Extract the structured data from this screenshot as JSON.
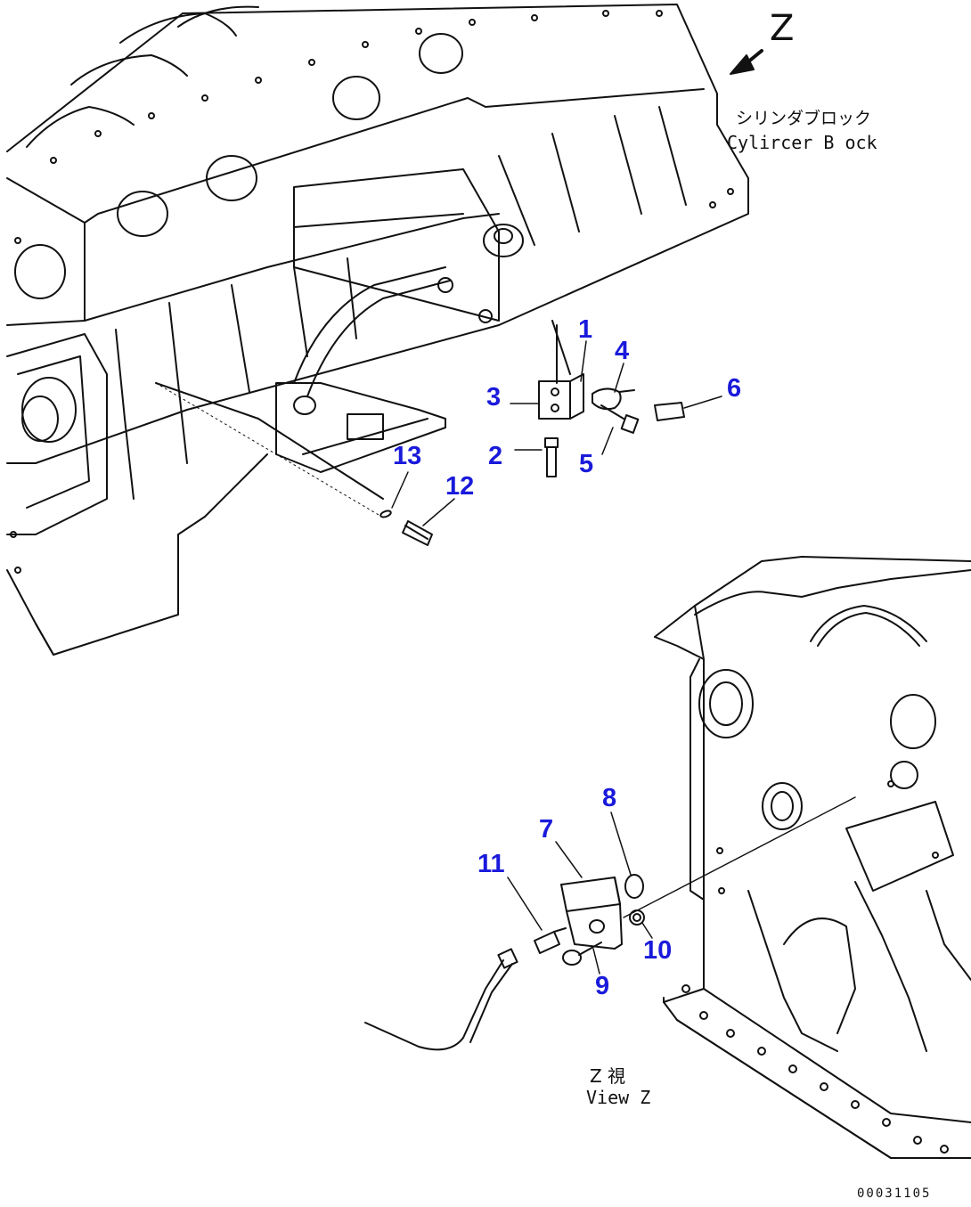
{
  "view_marker": "Z",
  "cylinder_block_label": {
    "japanese": "シリンダブロック",
    "english": "Cylircer B ock"
  },
  "view_label": {
    "japanese": "Z 視",
    "english": "View Z"
  },
  "callouts": {
    "p1": "1",
    "p2": "2",
    "p3": "3",
    "p4": "4",
    "p5": "5",
    "p6": "6",
    "p7": "7",
    "p8": "8",
    "p9": "9",
    "p10": "10",
    "p11": "11",
    "p12": "12",
    "p13": "13"
  },
  "document_id": "00031105",
  "colors": {
    "callout": "#1a1adb",
    "line_art": "#111111",
    "background": "#ffffff"
  }
}
